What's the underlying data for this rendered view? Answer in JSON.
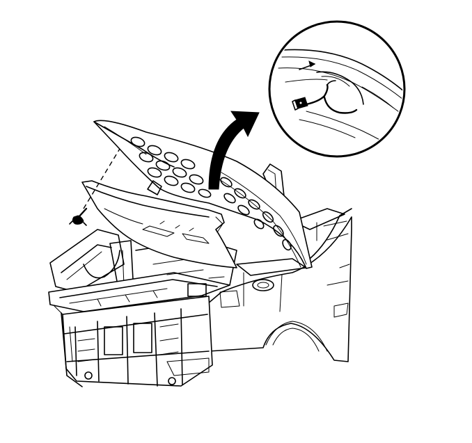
{
  "figure": {
    "kind": "service-manual-line-illustration",
    "subject": "hood-assembly-removal",
    "detail_callout": "hood-insulator-retainer-and-wire-harness",
    "colors": {
      "ink": "#000000",
      "paper": "#ffffff"
    },
    "icons": [
      "pivot-arrow-icon",
      "retainer-clip-icon",
      "electrical-connector-icon"
    ]
  }
}
